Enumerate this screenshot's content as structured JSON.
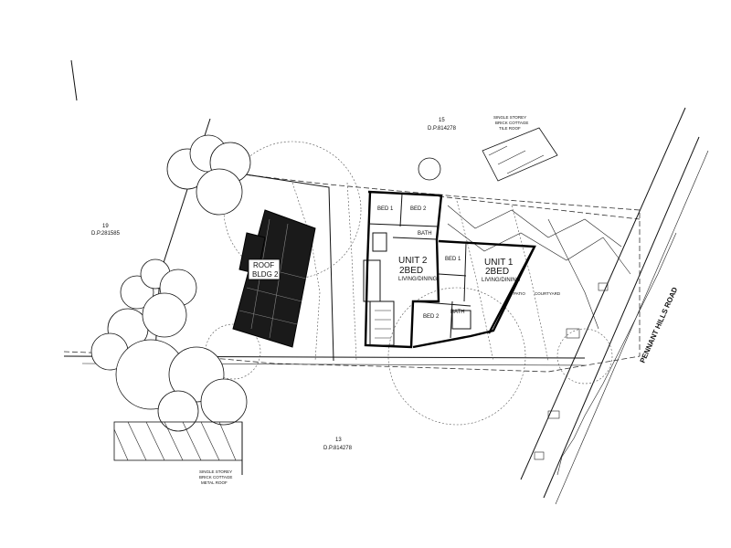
{
  "lots": {
    "north": {
      "number": "15",
      "dp": "D.P.814278"
    },
    "west": {
      "number": "19",
      "dp": "D.P.281585"
    },
    "south": {
      "number": "13",
      "dp": "D.P.814278"
    }
  },
  "road": {
    "name": "PENNANT HILLS ROAD"
  },
  "roof": {
    "line1": "ROOF",
    "line2": "BLDG 2"
  },
  "unit2": {
    "name": "UNIT 2",
    "type": "2BED",
    "use": "LIVING/DINING"
  },
  "unit1": {
    "name": "UNIT 1",
    "type": "2BED",
    "use": "LIVING/DINING"
  },
  "rooms": {
    "bed1_unit2": "BED 1",
    "bed2_unit2": "BED 2",
    "bath_unit2": "BATH",
    "bed1_unit1": "BED 1",
    "bed2_unit1": "BED 2",
    "bath_unit1": "BATH",
    "patio": "PATIO",
    "courtyard": "COURTYARD"
  },
  "notes": {
    "north_house": [
      "SINGLE STOREY",
      "BRICK COTTAGE",
      "TILE ROOF"
    ],
    "south_house": [
      "SINGLE STOREY",
      "BRICK COTTAGE",
      "METAL ROOF"
    ]
  }
}
